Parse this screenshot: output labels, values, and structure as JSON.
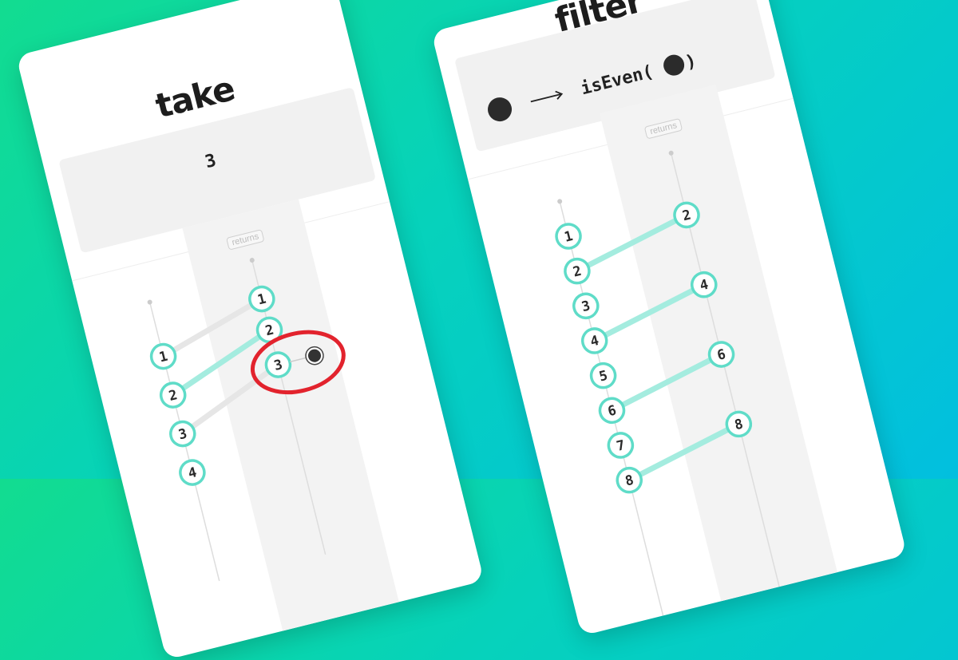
{
  "take_card": {
    "title": "take",
    "argument": "3",
    "returns_label": "returns",
    "inputs": [
      "1",
      "2",
      "3",
      "4"
    ],
    "outputs": [
      "1",
      "2",
      "3"
    ]
  },
  "filter_card": {
    "title": "filter",
    "predicate_text": "isEven(",
    "predicate_close": ")",
    "returns_label": "returns",
    "inputs": [
      "1",
      "2",
      "3",
      "4",
      "5",
      "6",
      "7",
      "8"
    ],
    "outputs": [
      "2",
      "4",
      "6",
      "8"
    ]
  },
  "colors": {
    "node_stroke": "#5fdcc8",
    "highlight_ring": "#e2232d",
    "dot": "#333333"
  }
}
